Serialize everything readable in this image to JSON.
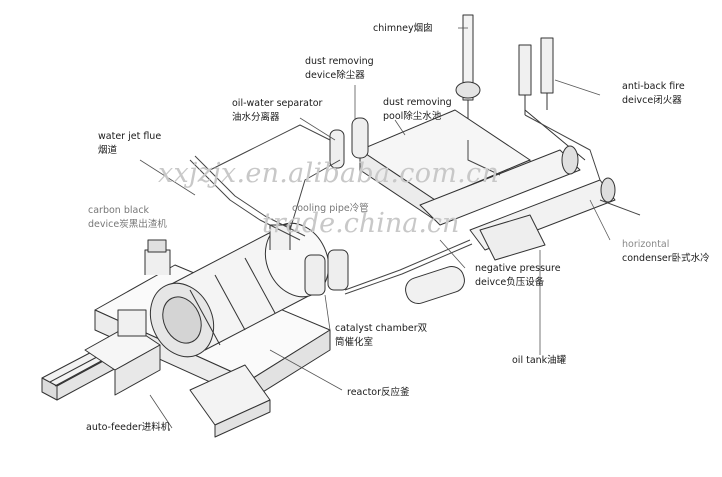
{
  "labels": {
    "chimney": "chimney烟囱",
    "dust_device": [
      "dust removing",
      "device除尘器"
    ],
    "dust_pool": [
      "dust removing",
      "pool除尘水池"
    ],
    "anti_back_fire": [
      "anti-back fire",
      "deivce闭火器"
    ],
    "oil_water": [
      "oil-water separator",
      "油水分离器"
    ],
    "water_jet": [
      "water jet flue",
      "烟道"
    ],
    "carbon_black": [
      "carbon black",
      "device炭黑出渣机"
    ],
    "cooling_pipe": "cooling pipe冷管",
    "horizontal_condenser": [
      "horizontal",
      "condenser卧式水冷"
    ],
    "negative_pressure": [
      "negative pressure",
      "deivce负压设备"
    ],
    "catalyst": [
      "catalyst chamber双",
      "筒催化室"
    ],
    "oil_tank": "oil tank油罐",
    "reactor": "reactor反应釜",
    "auto_feeder": "auto-feeder进料机"
  },
  "watermarks": [
    "xxjzjx.en.alibaba.com.cn",
    "trade.china.cn"
  ]
}
